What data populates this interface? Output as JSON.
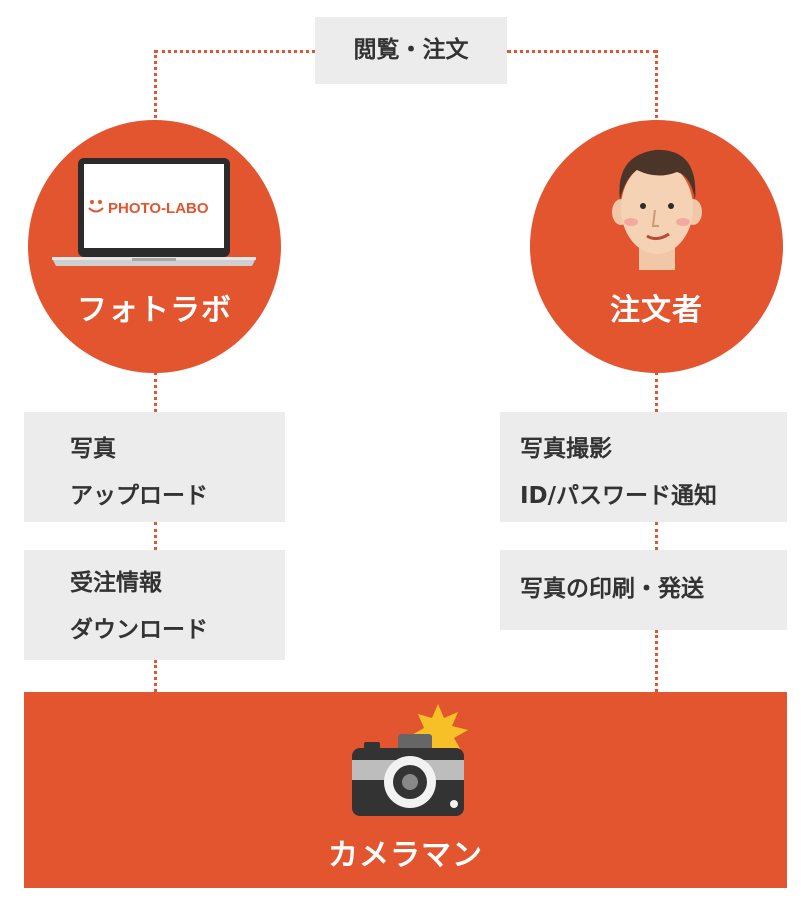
{
  "top_box": {
    "label": "閲覧・注文"
  },
  "left_node": {
    "label": "フォトラボ",
    "screen_logo": "PHOTO-LABO"
  },
  "right_node": {
    "label": "注文者"
  },
  "left_boxes": [
    {
      "line1": "写真",
      "line2": "アップロード"
    },
    {
      "line1": "受注情報",
      "line2": "ダウンロード"
    }
  ],
  "right_boxes": [
    {
      "line1": "写真撮影",
      "line2": "ID/パスワード通知"
    },
    {
      "line1": "写真の印刷・発送"
    }
  ],
  "bottom_node": {
    "label": "カメラマン"
  },
  "colors": {
    "accent": "#e2552f",
    "box_bg": "#ececec",
    "text": "#333333"
  },
  "icons": [
    "laptop-icon",
    "person-face-icon",
    "camera-flash-icon"
  ]
}
